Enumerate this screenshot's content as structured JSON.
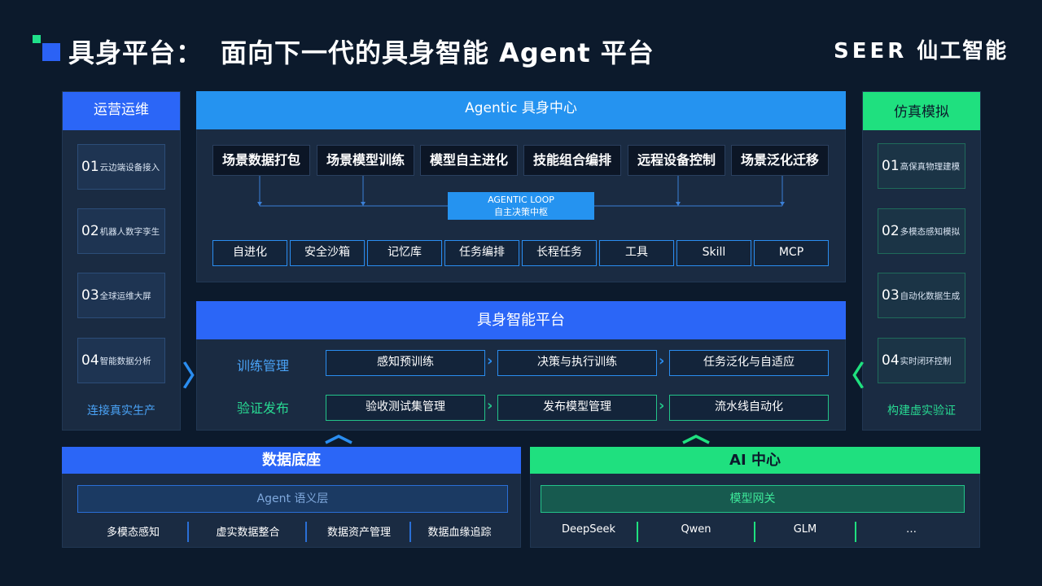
{
  "header": {
    "title_part1": "具身平台：",
    "title_part2": "面向下一代的具身智能 Agent 平台",
    "brand_seer": "SEER",
    "brand_name": "仙工智能"
  },
  "left_panel": {
    "title": "运营运维",
    "items": [
      {
        "num": "01",
        "label": "云边端设备接入"
      },
      {
        "num": "02",
        "label": "机器人数字孪生"
      },
      {
        "num": "03",
        "label": "全球运维大屏"
      },
      {
        "num": "04",
        "label": "智能数据分析"
      }
    ],
    "footer": "连接真实生产"
  },
  "right_panel": {
    "title": "仿真模拟",
    "items": [
      {
        "num": "01",
        "label": "高保真物理建模"
      },
      {
        "num": "02",
        "label": "多模态感知模拟"
      },
      {
        "num": "03",
        "label": "自动化数据生成"
      },
      {
        "num": "04",
        "label": "实时闭环控制"
      }
    ],
    "footer": "构建虚实验证"
  },
  "agentic": {
    "title": "Agentic 具身中心",
    "capabilities": [
      "场景数据打包",
      "场景模型训练",
      "模型自主进化",
      "技能组合编排",
      "远程设备控制",
      "场景泛化迁移"
    ],
    "loop_line1": "AGENTIC LOOP",
    "loop_line2": "自主决策中枢",
    "modules": [
      "自进化",
      "安全沙箱",
      "记忆库",
      "任务编排",
      "长程任务",
      "工具",
      "Skill",
      "MCP"
    ]
  },
  "platform": {
    "title": "具身智能平台",
    "rows": [
      {
        "label": "训练管理",
        "steps": [
          "感知预训练",
          "决策与执行训练",
          "任务泛化与自适应"
        ]
      },
      {
        "label": "验证发布",
        "steps": [
          "验收测试集管理",
          "发布模型管理",
          "流水线自动化"
        ]
      }
    ]
  },
  "data_base": {
    "title": "数据底座",
    "layer": "Agent 语义层",
    "items": [
      "多模态感知",
      "虚实数据整合",
      "数据资产管理",
      "数据血缘追踪"
    ]
  },
  "ai_center": {
    "title": "AI 中心",
    "gateway": "模型网关",
    "models": [
      "DeepSeek",
      "Qwen",
      "GLM",
      "…"
    ]
  },
  "colors": {
    "background": "#0c1a2c",
    "panel": "#1a2b42",
    "blue_accent": "#2593f0",
    "platform_blue": "#2b66f7",
    "green_accent": "#1fe07f",
    "green_border": "#23c489",
    "blue_text": "#4aa3f7",
    "green_text": "#28d892"
  }
}
